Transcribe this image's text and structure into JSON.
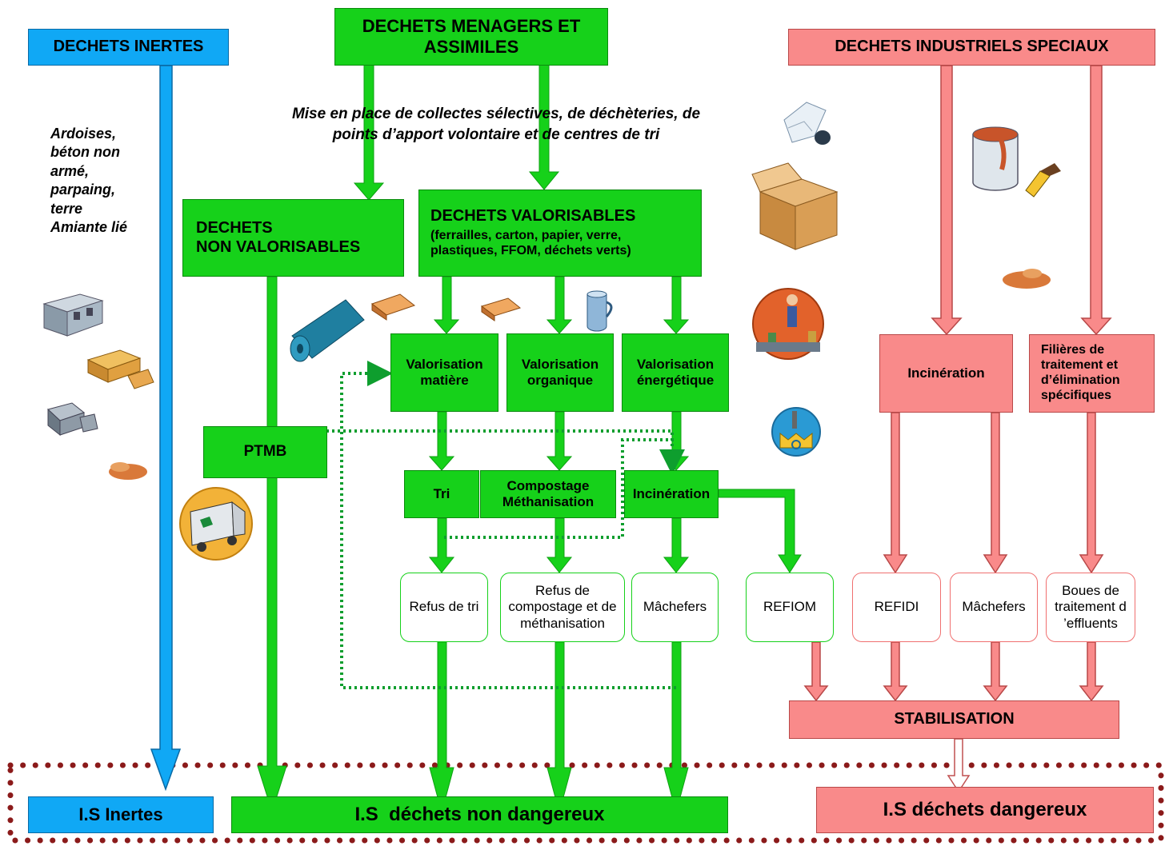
{
  "headers": {
    "inertes": "DECHETS INERTES",
    "menagers": "DECHETS MENAGERS ET ASSIMILES",
    "industriels": "DECHETS INDUSTRIELS SPECIAUX"
  },
  "notes": {
    "collectes_line1": "Mise en place de collectes sélectives, de déchèteries, de",
    "collectes_line2": "points d’apport volontaire et de centres de tri",
    "inertes_examples": [
      "Ardoises,",
      "béton non",
      "armé,",
      "parpaing,",
      "terre",
      "Amiante lié"
    ]
  },
  "green_nodes": {
    "non_valorisables_l1": "DECHETS",
    "non_valorisables_l2": "NON VALORISABLES",
    "valorisables_title": "DECHETS VALORISABLES",
    "valorisables_l2": "(ferrailles, carton, papier, verre,",
    "valorisables_l3": "plastiques, FFOM, déchets verts)",
    "val_matiere": "Valorisation matière",
    "val_organique": "Valorisation organique",
    "val_energetique": "Valorisation énergétique",
    "ptmb": "PTMB",
    "tri": "Tri",
    "compostage": "Compostage Méthanisation",
    "incineration": "Incinération"
  },
  "green_outputs": {
    "refus_tri": "Refus de tri",
    "refus_compostage": "Refus de compostage et de méthanisation",
    "machefers": "Mâchefers",
    "refiom": "REFIOM"
  },
  "pink_nodes": {
    "incineration": "Incinération",
    "filieres": "Filières de traitement et d’élimination spécifiques",
    "refidi": "REFIDI",
    "machefers": "Mâchefers",
    "boues": "Boues de traitement d ’effluents",
    "stabilisation": "STABILISATION"
  },
  "destinations": {
    "inertes": "I.S Inertes",
    "non_dangereux": "I.S  déchets non dangereux",
    "dangereux": "I.S déchets dangereux"
  },
  "colors": {
    "green": "#16d11a",
    "pink": "#f98a8a",
    "blue": "#10a8f5",
    "dotted_green": "#0e9e2e",
    "dotted_border": "#8b1a1a"
  }
}
